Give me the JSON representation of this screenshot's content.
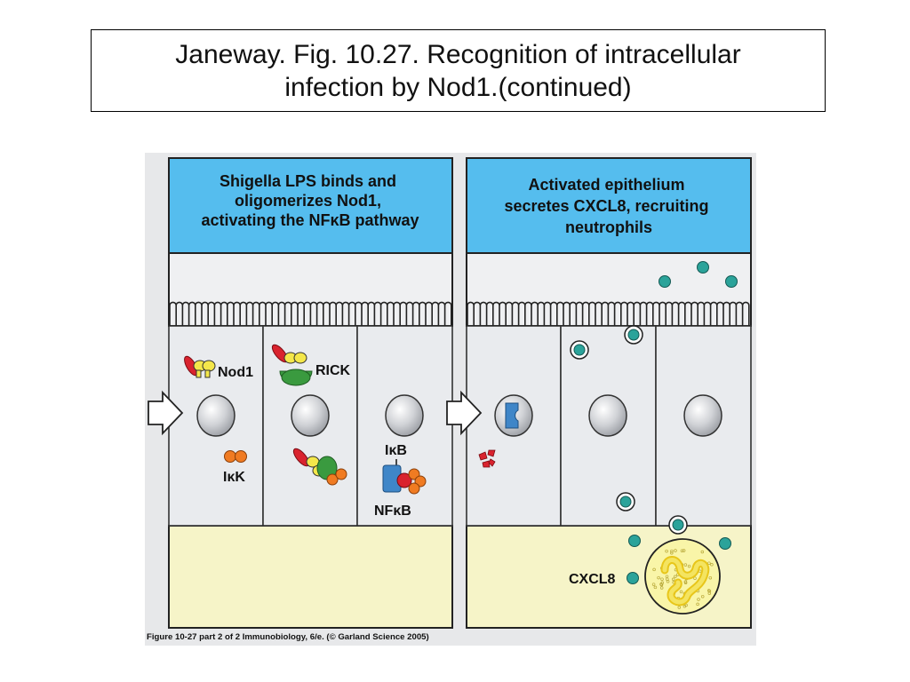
{
  "slide": {
    "title_line1": "Janeway. Fig. 10.27. Recognition of intracellular",
    "title_line2": "infection by Nod1.(continued)"
  },
  "panel_left": {
    "header_lines": [
      "Shigella LPS binds and",
      "oligomerizes Nod1,",
      "activating the NFκB pathway"
    ],
    "label_nod1": "Nod1",
    "label_rick": "RICK",
    "label_ikk": "IκK",
    "label_ikb": "IκB",
    "label_nfkb": "NFκB"
  },
  "panel_right": {
    "header_lines": [
      "Activated epithelium",
      "secretes CXCL8, recruiting",
      "neutrophils"
    ],
    "label_cxcl8": "CXCL8"
  },
  "caption": "Figure 10-27 part 2 of 2  Immunobiology, 6/e. (© Garland Science 2005)",
  "colors": {
    "header_blue": "#55bdee",
    "cytoplasm": "#e9ebee",
    "basal_yellow": "#f6f4c8",
    "chemokine_teal": "#2ba39a",
    "ikk_orange": "#f07b22",
    "rick_green": "#3a9a3f",
    "nod1_yellow": "#f4e74a",
    "shigella_red": "#d9232e",
    "nfkb_blue": "#3f86c8"
  }
}
